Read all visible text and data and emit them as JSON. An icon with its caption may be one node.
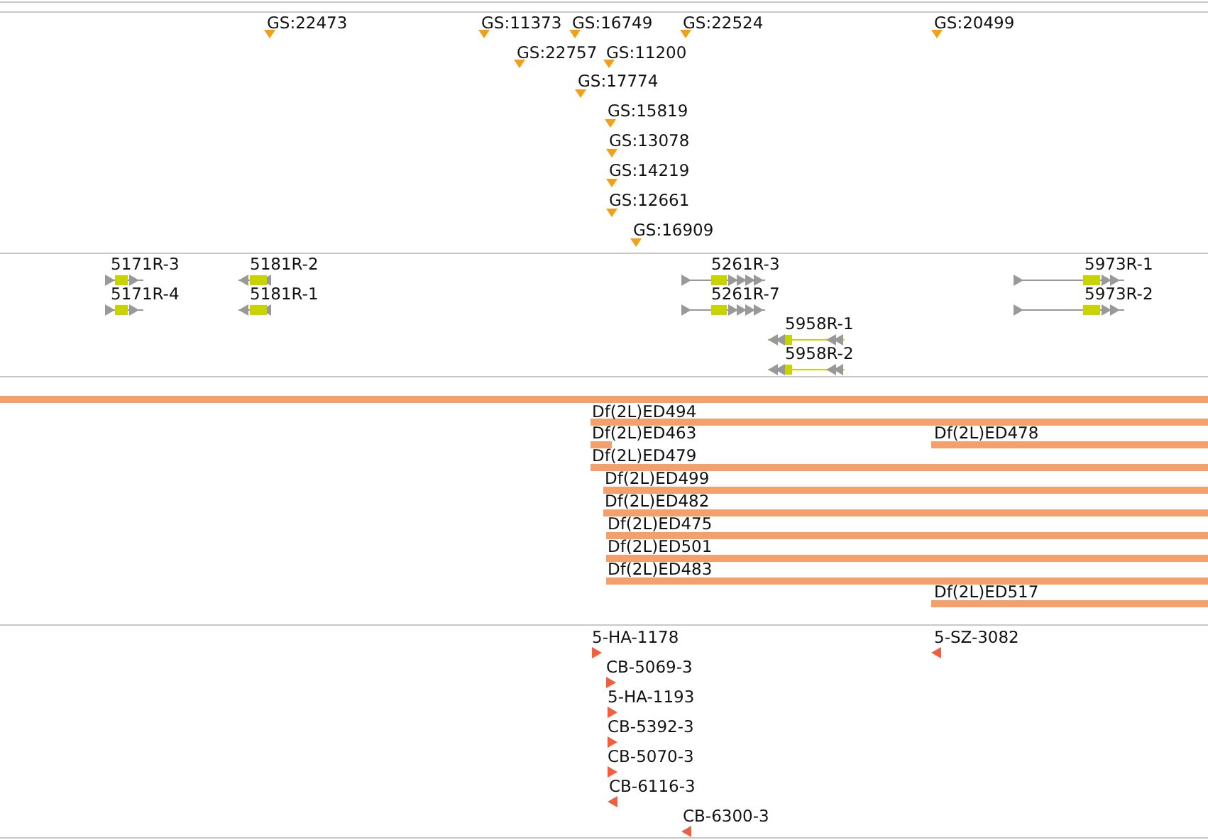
{
  "diagram": {
    "labels": [
      "GS:22473",
      "GS:11373",
      "GS:16749",
      "GS:22524",
      "GS:20499",
      "GS:22757",
      "GS:11200",
      "GS:17774",
      "GS:15819",
      "GS:13078",
      "GS:14219",
      "GS:12661",
      "GS:16909",
      "5171R-3",
      "5181R-2",
      "5261R-3",
      "5973R-1",
      "5171R-4",
      "5181R-1",
      "5261R-7",
      "5973R-2",
      "5958R-1",
      "5958R-2",
      "Df(2L)ED494",
      "Df(2L)ED463",
      "Df(2L)ED478",
      "Df(2L)ED479",
      "Df(2L)ED499",
      "Df(2L)ED482",
      "Df(2L)ED475",
      "Df(2L)ED501",
      "Df(2L)ED483",
      "Df(2L)ED517",
      "5-HA-1178",
      "5-SZ-3082",
      "CB-5069-3",
      "5-HA-1193",
      "CB-5392-3",
      "CB-5070-3",
      "CB-6116-3",
      "CB-6300-3"
    ]
  }
}
